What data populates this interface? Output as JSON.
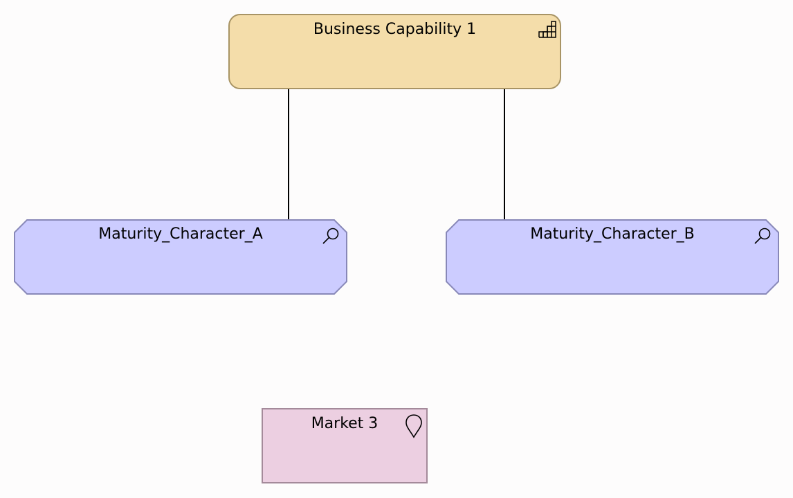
{
  "diagram": {
    "nodes": [
      {
        "label": "Business Capability 1",
        "type": "capability",
        "fill": "#f4ddaa",
        "stroke": "#a89465",
        "icon": "capability-icon"
      },
      {
        "label": "Maturity_Character_A",
        "type": "assessment",
        "fill": "#ccccff",
        "stroke": "#8888b8",
        "icon": "search-icon"
      },
      {
        "label": "Maturity_Character_B",
        "type": "assessment",
        "fill": "#ccccff",
        "stroke": "#8888b8",
        "icon": "search-icon"
      },
      {
        "label": "Market 3",
        "type": "location",
        "fill": "#eccfe1",
        "stroke": "#a48a9a",
        "icon": "location-pin-icon"
      }
    ],
    "edges": [
      {
        "from": "Business Capability 1",
        "to": "Maturity_Character_A"
      },
      {
        "from": "Business Capability 1",
        "to": "Maturity_Character_B"
      }
    ]
  }
}
